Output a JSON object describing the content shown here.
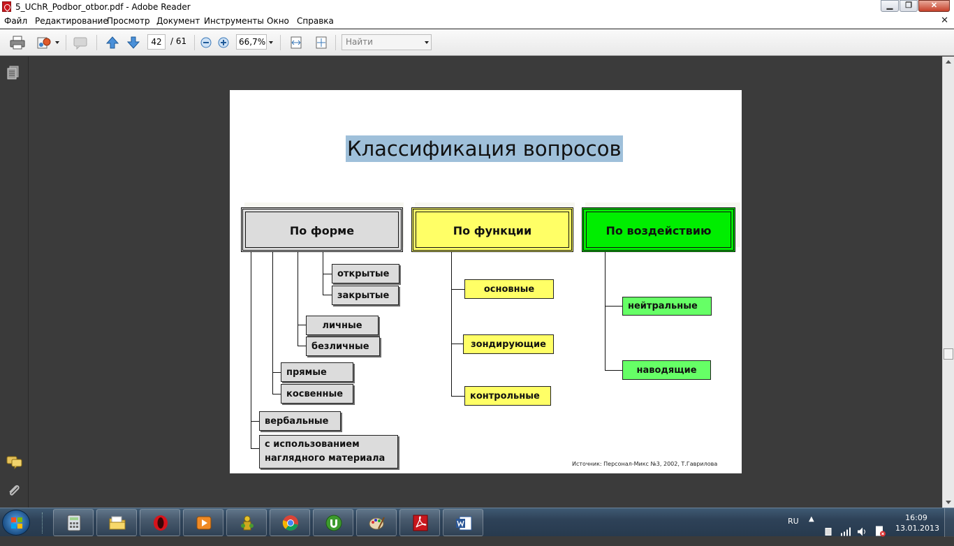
{
  "window": {
    "title": "5_UChR_Podbor_otbor.pdf - Adobe Reader"
  },
  "menu": [
    "Файл",
    "Редактирование",
    "Просмотр",
    "Документ",
    "Инструменты",
    "Окно",
    "Справка"
  ],
  "toolbar": {
    "page_current": "42",
    "page_total": "/ 61",
    "zoom": "66,7%",
    "find_placeholder": "Найти"
  },
  "slide": {
    "title": "Классификация вопросов",
    "categories": [
      {
        "label": "По форме",
        "color": "#dcdcdc",
        "items": [
          "открытые",
          "закрытые",
          "личные",
          "безличные",
          "прямые",
          "косвенные",
          "вербальные",
          "с использованием",
          "наглядного материала"
        ]
      },
      {
        "label": "По функции",
        "color": "#ffff66",
        "items": [
          "основные",
          "зондирующие",
          "контрольные"
        ]
      },
      {
        "label": "По воздействию",
        "color": "#00ee00",
        "items": [
          "нейтральные",
          "наводящие"
        ]
      }
    ],
    "source": "Источник: Персонал-Микс №3, 2002, Т.Гаврилова"
  },
  "taskbar": {
    "apps": [
      "calculator",
      "file-explorer",
      "opera",
      "media-player",
      "network-app",
      "chrome",
      "utorrent",
      "paint",
      "adobe-reader",
      "word"
    ],
    "tray": {
      "lang": "RU",
      "time": "16:09",
      "date": "13.01.2013"
    }
  }
}
